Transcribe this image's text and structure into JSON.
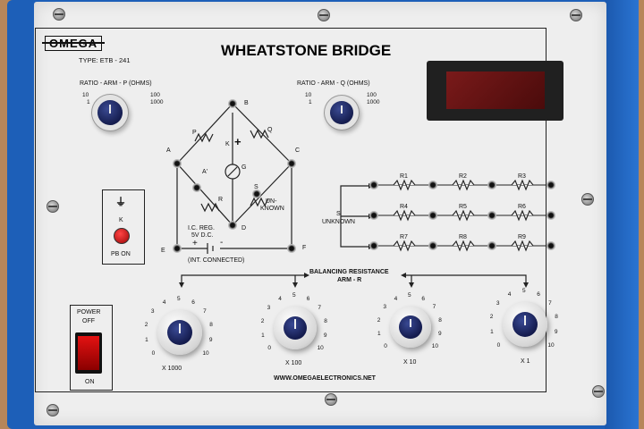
{
  "brand": {
    "logo": "OMEGA",
    "type": "TYPE: ETB - 241"
  },
  "title": "WHEATSTONE BRIDGE",
  "ratio_p": {
    "label": "RATIO - ARM - P (OHMS)",
    "opts": [
      "10",
      "1",
      "100",
      "1000"
    ]
  },
  "ratio_q": {
    "label": "RATIO - ARM - Q (OHMS)",
    "opts": [
      "10",
      "1",
      "100",
      "1000"
    ]
  },
  "bridge": {
    "nodes": {
      "A": "A",
      "A2": "A'",
      "B": "B",
      "C": "C",
      "D": "D",
      "E": "E",
      "F": "F",
      "G": "G",
      "K": "K",
      "P": "P",
      "Q": "Q",
      "R": "R",
      "S": "S"
    },
    "unknown": [
      "UN-",
      "KNOWN"
    ],
    "supply": [
      "I.C. REG.",
      "5V D.C."
    ],
    "int": "(INT. CONNECTED)",
    "plus": "+",
    "minus": "-"
  },
  "pb": {
    "k": "K",
    "label": "PB ON"
  },
  "power": {
    "top1": "POWER",
    "top2": "OFF",
    "bottom": "ON"
  },
  "resistors": {
    "row1": [
      "R1",
      "R2",
      "R3"
    ],
    "row2": [
      "R4",
      "R5",
      "R6"
    ],
    "row3": [
      "R7",
      "R8",
      "R9"
    ],
    "s_label": "S",
    "unknown": "UNKNOWN"
  },
  "balancing": {
    "label1": "BALANCING RESISTANCE",
    "label2": "ARM - R"
  },
  "dials": [
    {
      "label": "X 1000"
    },
    {
      "label": "X 100"
    },
    {
      "label": "X 10"
    },
    {
      "label": "X 1"
    }
  ],
  "dial_scale": [
    "0",
    "1",
    "2",
    "3",
    "4",
    "5",
    "6",
    "7",
    "8",
    "9",
    "10"
  ],
  "website": "WWW.OMEGAELECTRONICS.NET",
  "display": {
    "value": ""
  }
}
